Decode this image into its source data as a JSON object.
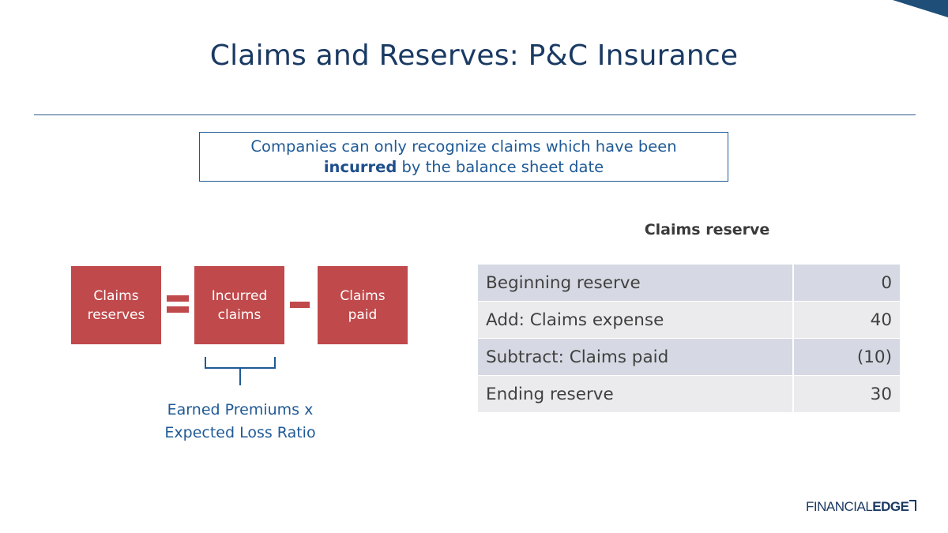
{
  "slide": {
    "title": "Claims and Reserves: P&C Insurance"
  },
  "callout": {
    "line1": "Companies can only recognize claims which have been",
    "bold_word": "incurred",
    "line2_rest": " by the balance sheet date"
  },
  "equation": {
    "box1": [
      "Claims",
      "reserves"
    ],
    "box2": [
      "Incurred",
      "claims"
    ],
    "box3": [
      "Claims",
      "paid"
    ],
    "note": [
      "Earned Premiums x",
      "Expected Loss Ratio"
    ],
    "colors": {
      "box": "#c0494b",
      "note": "#1f5a96"
    }
  },
  "table": {
    "title": "Claims reserve",
    "rows": [
      {
        "label": "Beginning reserve",
        "value": "0"
      },
      {
        "label": "Add: Claims expense",
        "value": "40"
      },
      {
        "label": "Subtract: Claims paid",
        "value": "(10)"
      },
      {
        "label": "Ending reserve",
        "value": "30"
      }
    ]
  },
  "logo": {
    "part1": "FINANCIAL",
    "part2": "EDGE"
  },
  "colors": {
    "accent": "#1a3a63",
    "rule": "#2c5a8a"
  }
}
